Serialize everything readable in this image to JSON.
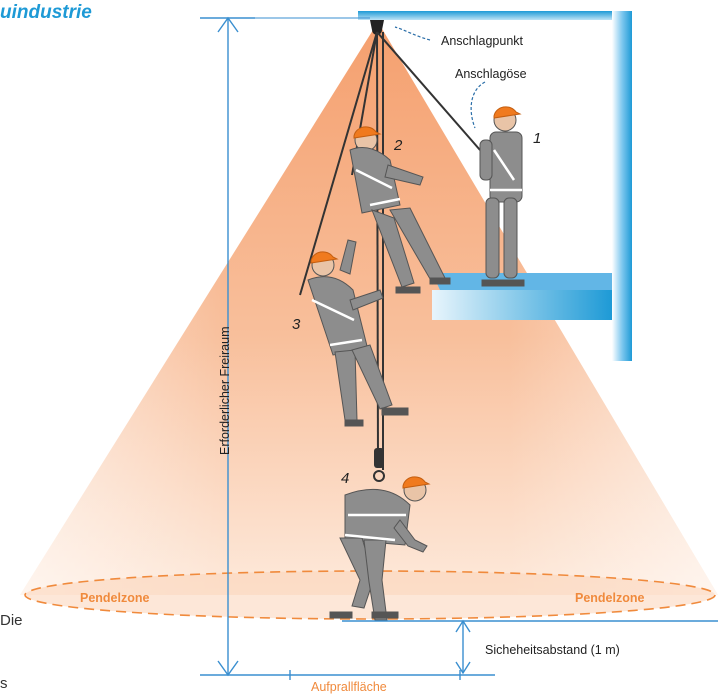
{
  "brand": "uindustrie",
  "labels": {
    "anchor_point": "Anschlagpunkt",
    "anchor_eye": "Anschlagöse",
    "required_clearance": "Erforderlicher Freiraum",
    "pendulum_zone_left": "Pendelzone",
    "pendulum_zone_right": "Pendelzone",
    "safety_distance": "Sicheheitsabstand (1 m)",
    "impact_surface": "Aufprallfläche"
  },
  "figure_numbers": [
    "1",
    "2",
    "3",
    "4"
  ],
  "clipped_text": {
    "line1": "Die",
    "line2": "s"
  },
  "colors": {
    "cone": "#f5a679",
    "cone_light": "#fde6d6",
    "platform": "#1e9ad6",
    "dimension_line": "#3a8fd0",
    "accent_text": "#f08a3c",
    "helmet": "#f07a1e",
    "worker": "#8d8d8d"
  }
}
